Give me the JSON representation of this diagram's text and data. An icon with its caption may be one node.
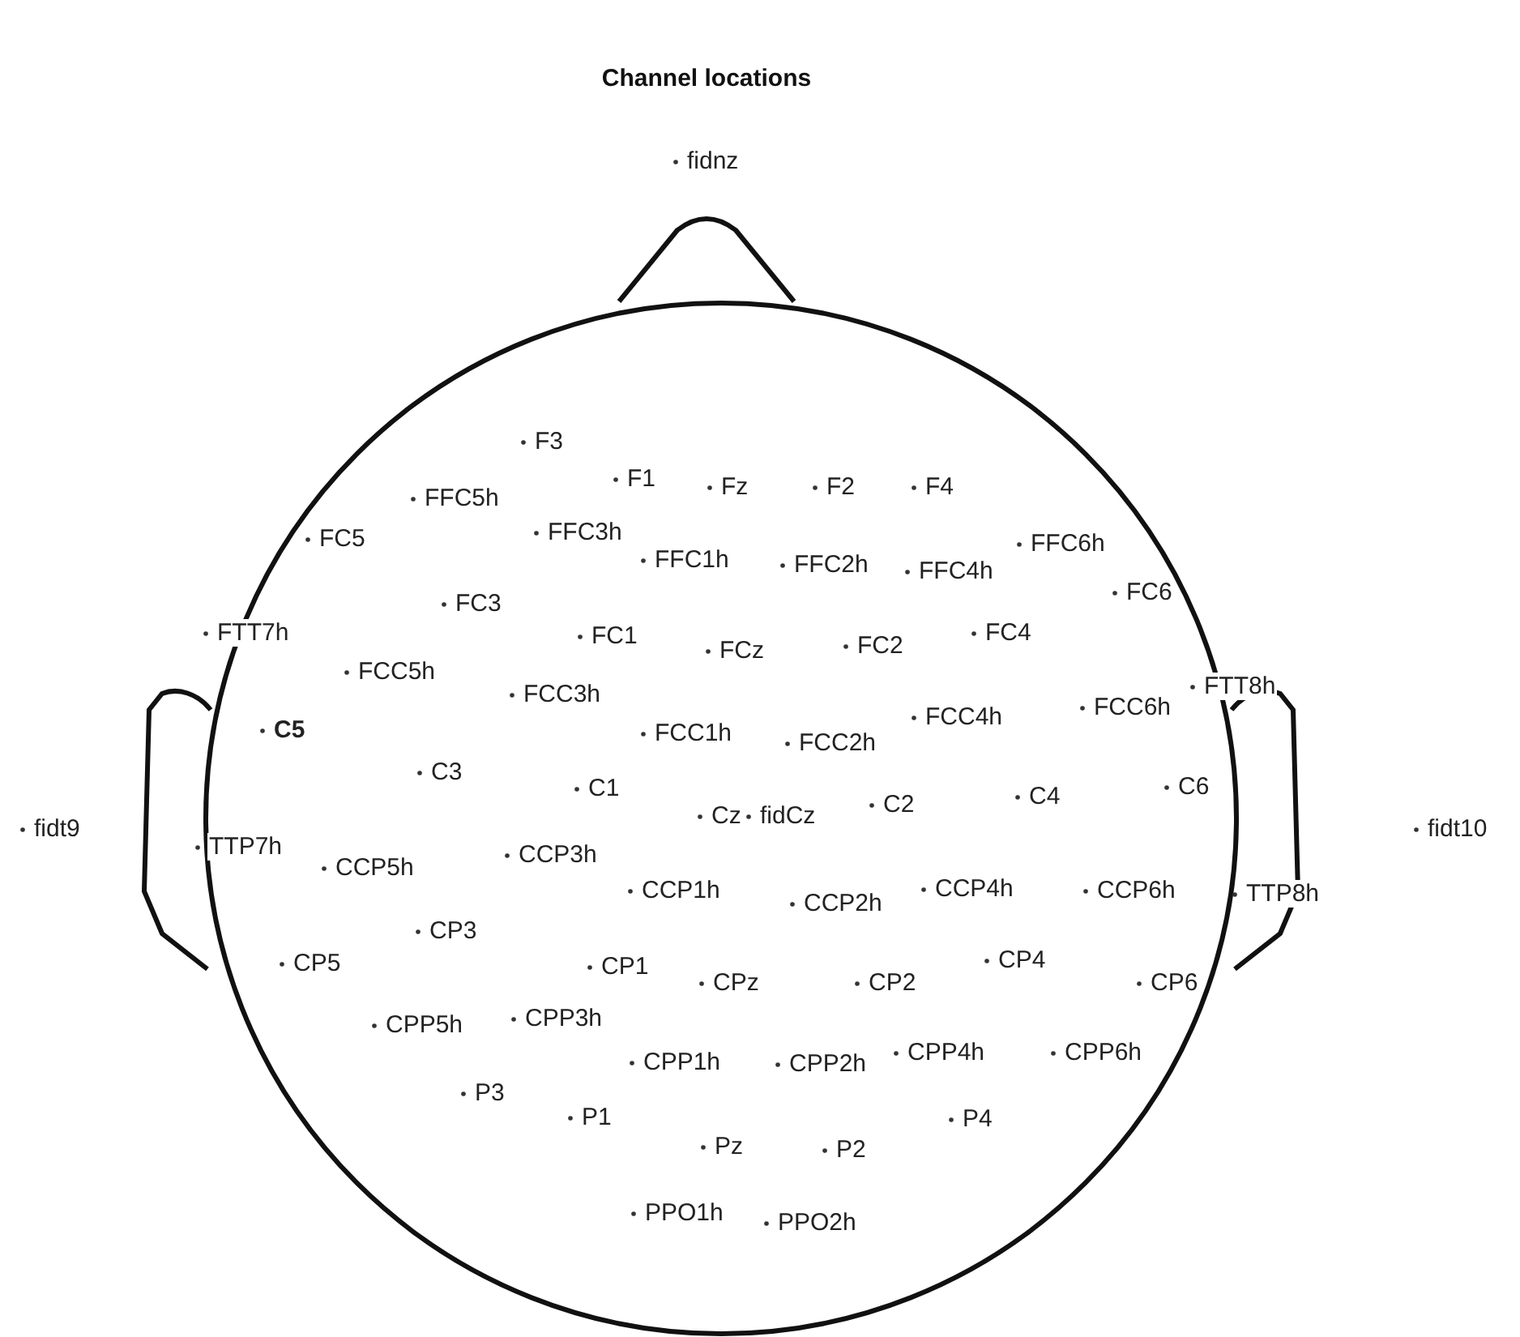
{
  "diagram": {
    "title": "Channel locations",
    "labels": [
      "fidnz",
      "F3",
      "F1",
      "Fz",
      "F2",
      "F4",
      "FFC5h",
      "FC5",
      "FFC3h",
      "FFC6h",
      "FFC1h",
      "FFC2h",
      "FFC4h",
      "FC6",
      "FC3",
      "FTT7h",
      "FC1",
      "FCz",
      "FC2",
      "FC4",
      "FCC5h",
      "FTT8h",
      "FCC3h",
      "FCC6h",
      "FCC4h",
      "C5",
      "FCC1h",
      "FCC2h",
      "C3",
      "C1",
      "Cz",
      "fidCz",
      "C2",
      "C4",
      "C6",
      "fidt9",
      "fidt10",
      "TTP7h",
      "CCP5h",
      "CCP3h",
      "CCP1h",
      "CCP2h",
      "CCP4h",
      "CCP6h",
      "TTP8h",
      "CP5",
      "CP3",
      "CP1",
      "CPz",
      "CP2",
      "CP4",
      "CP6",
      "CPP5h",
      "CPP3h",
      "CPP1h",
      "CPP2h",
      "CPP4h",
      "CPP6h",
      "P3",
      "P1",
      "P4",
      "Pz",
      "P2",
      "PPO1h",
      "PPO2h"
    ]
  }
}
